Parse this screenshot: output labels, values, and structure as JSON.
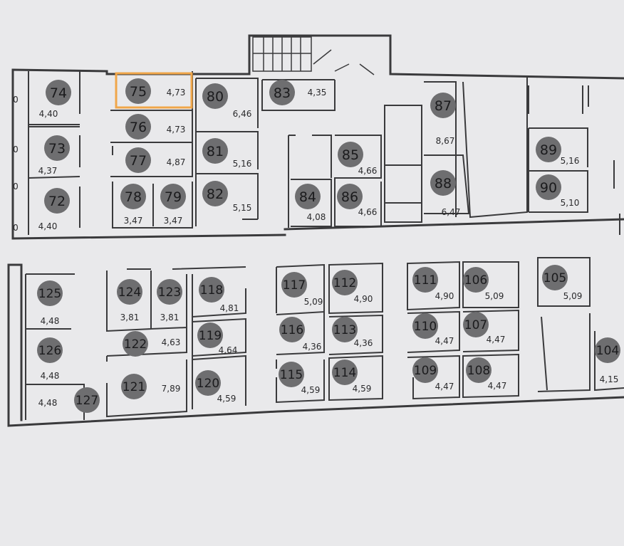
{
  "highlight_room": "75",
  "colors": {
    "badge": "#6e6e70",
    "highlight": "#f0a64a",
    "wall": "#3a3a3c",
    "paper": "#e9e9eb"
  },
  "edge_labels": [
    "0",
    "0",
    "0",
    "0"
  ],
  "rooms": [
    {
      "id": "74",
      "area": "4,40"
    },
    {
      "id": "73",
      "area": "4,37"
    },
    {
      "id": "72",
      "area": "4,40"
    },
    {
      "id": "75",
      "area": "4,73"
    },
    {
      "id": "76",
      "area": "4,73"
    },
    {
      "id": "77",
      "area": "4,87"
    },
    {
      "id": "78",
      "area": "3,47"
    },
    {
      "id": "79",
      "area": "3,47"
    },
    {
      "id": "80",
      "area": "6,46"
    },
    {
      "id": "81",
      "area": "5,16"
    },
    {
      "id": "82",
      "area": "5,15"
    },
    {
      "id": "83",
      "area": "4,35"
    },
    {
      "id": "84",
      "area": "4,08"
    },
    {
      "id": "85",
      "area": "4,66"
    },
    {
      "id": "86",
      "area": "4,66"
    },
    {
      "id": "87",
      "area": "8,67"
    },
    {
      "id": "88",
      "area": "6,47"
    },
    {
      "id": "89",
      "area": "5,16"
    },
    {
      "id": "90",
      "area": "5,10"
    },
    {
      "id": "125",
      "area": "4,48"
    },
    {
      "id": "126",
      "area": "4,48"
    },
    {
      "id": "127",
      "area": "4,48"
    },
    {
      "id": "124",
      "area": "3,81"
    },
    {
      "id": "123",
      "area": "3,81"
    },
    {
      "id": "122",
      "area": "4,63"
    },
    {
      "id": "121",
      "area": "7,89"
    },
    {
      "id": "118",
      "area": "4,81"
    },
    {
      "id": "119",
      "area": "4,64"
    },
    {
      "id": "120",
      "area": "4,59"
    },
    {
      "id": "117",
      "area": "5,09"
    },
    {
      "id": "116",
      "area": "4,36"
    },
    {
      "id": "115",
      "area": "4,59"
    },
    {
      "id": "112",
      "area": "4,90"
    },
    {
      "id": "113",
      "area": "4,36"
    },
    {
      "id": "114",
      "area": "4,59"
    },
    {
      "id": "111",
      "area": "4,90"
    },
    {
      "id": "110",
      "area": "4,47"
    },
    {
      "id": "109",
      "area": "4,47"
    },
    {
      "id": "106",
      "area": "5,09"
    },
    {
      "id": "107",
      "area": "4,47"
    },
    {
      "id": "108",
      "area": "4,47"
    },
    {
      "id": "105",
      "area": "5,09"
    },
    {
      "id": "104",
      "area": "4,15"
    }
  ]
}
